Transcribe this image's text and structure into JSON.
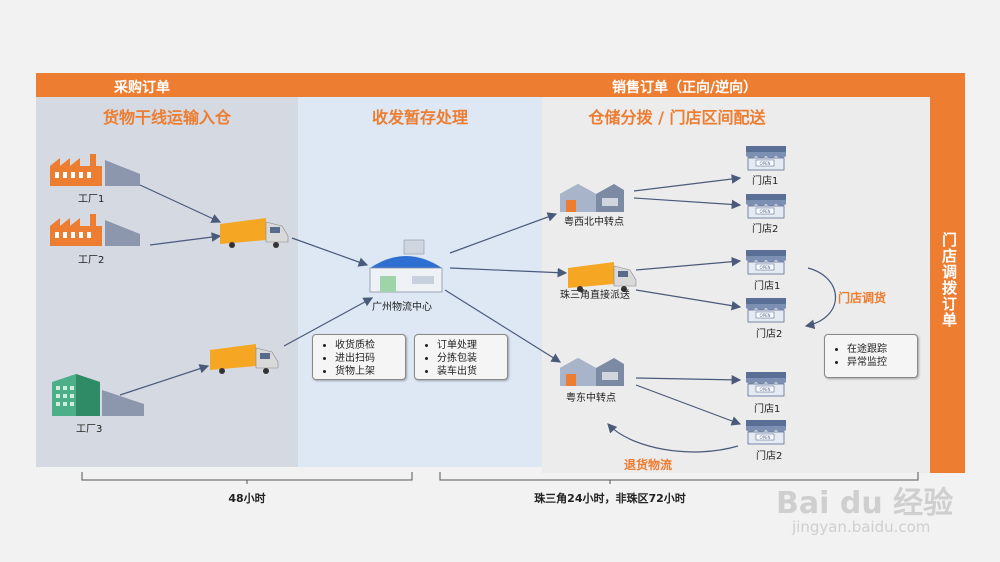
{
  "bands": {
    "purchase": "采购订单",
    "sales": "销售订单（正向/逆向）",
    "side": "门店调拨订单"
  },
  "zones": {
    "z1": "货物干线运输入仓",
    "z2": "收发暂存处理",
    "z3": "仓储分拨 / 门店区间配送"
  },
  "nodes": {
    "factory1": "工厂1",
    "factory2": "工厂2",
    "factory3": "工厂3",
    "center": "广州物流中心",
    "hub_nw": "粤西北中转点",
    "hub_direct": "珠三角直接派送",
    "hub_east": "粤东中转点",
    "store_a1": "门店1",
    "store_a2": "门店2",
    "store_b1": "门店1",
    "store_b2": "门店2",
    "store_c1": "门店1",
    "store_c2": "门店2",
    "store_sign": "OPEN"
  },
  "flows": {
    "transfer": "门店调货",
    "returns": "退货物流"
  },
  "boxes": {
    "receive": [
      "收货质检",
      "进出扫码",
      "货物上架"
    ],
    "dispatch": [
      "订单处理",
      "分拣包装",
      "装车出货"
    ],
    "tracking": [
      "在途跟踪",
      "异常监控"
    ]
  },
  "timeline": {
    "left": "48小时",
    "right": "珠三角24小时，非珠区72小时"
  },
  "watermark": {
    "logo": "Bai du 经验",
    "url": "jingyan.baidu.com"
  },
  "colors": {
    "accent": "#ed7d31",
    "zone1": "#d5d9e2",
    "zone2": "#dde8f4",
    "zone3": "#ececec",
    "truck": "#f5a623",
    "arrow": "#4a5a7a"
  }
}
